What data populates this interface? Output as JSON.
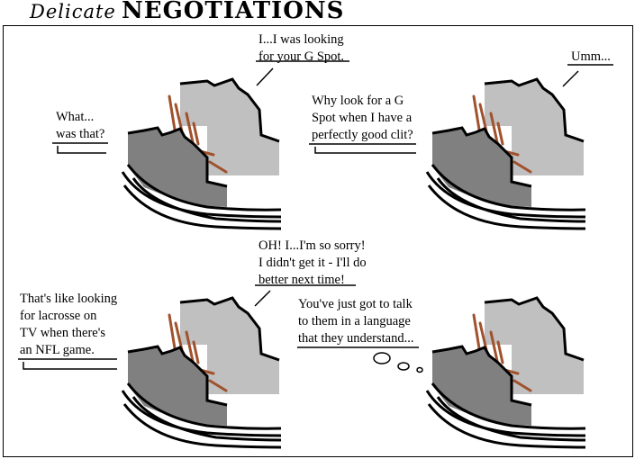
{
  "title": {
    "script": "Delicate",
    "main": "NEGOTIATIONS"
  },
  "colors": {
    "light_grey": "#c0c0c0",
    "dark_grey": "#808080",
    "hair": "#a0522d",
    "ink": "#000000"
  },
  "panels": [
    {
      "bubbles": [
        {
          "speaker": "left",
          "lines": [
            "What...",
            "was that?"
          ]
        },
        {
          "speaker": "right",
          "lines": [
            "I...I was looking",
            "for your G Spot."
          ]
        }
      ]
    },
    {
      "bubbles": [
        {
          "speaker": "left",
          "lines": [
            "Why look for a G",
            "Spot when I have a",
            "perfectly good clit?"
          ]
        },
        {
          "speaker": "right",
          "lines": [
            "Umm..."
          ]
        }
      ]
    },
    {
      "bubbles": [
        {
          "speaker": "left",
          "lines": [
            "That's like looking",
            "for lacrosse on",
            "TV when there's",
            "an NFL game."
          ]
        },
        {
          "speaker": "right",
          "lines": [
            "OH! I...I'm so sorry!",
            "I didn't get it - I'll do",
            "better next time!"
          ]
        }
      ]
    },
    {
      "bubbles": [
        {
          "speaker": "thought",
          "lines": [
            "You've just got to talk",
            "to them in a language",
            "that they understand..."
          ]
        }
      ]
    }
  ]
}
